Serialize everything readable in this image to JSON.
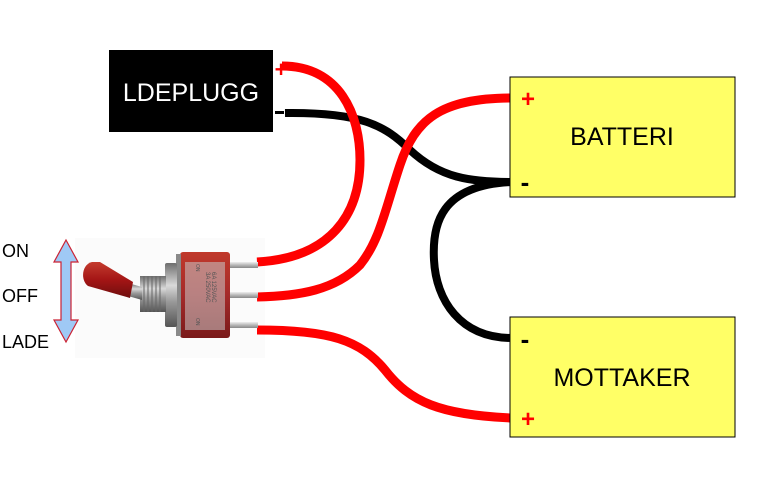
{
  "diagram": {
    "charger": {
      "label": "LDEPLUGG",
      "plus": "+",
      "minus": "-"
    },
    "battery": {
      "label": "BATTERI",
      "plus": "+",
      "minus": "-"
    },
    "receiver": {
      "label": "MOTTAKER",
      "plus": "+",
      "minus": "-"
    },
    "switch": {
      "positions": [
        "ON",
        "OFF",
        "LADE"
      ],
      "rating_text": [
        "3A 250VAC",
        "6A 125VAC"
      ],
      "side_text": [
        "ON",
        "ON"
      ]
    },
    "colors": {
      "positive_wire": "#ff0000",
      "negative_wire": "#000000",
      "box_fill": "#ffff66",
      "charger_fill": "#000000",
      "arrow_fill": "#9fc9f5",
      "arrow_stroke": "#cc2233",
      "switch_body": "#b22222",
      "toggle_cap": "#a31515"
    }
  }
}
